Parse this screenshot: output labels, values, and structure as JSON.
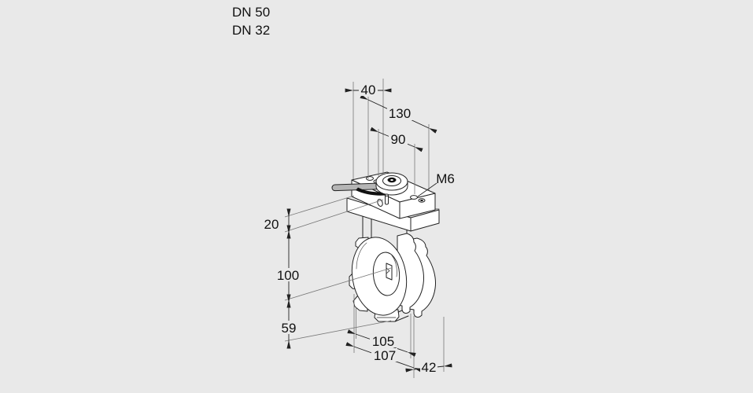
{
  "header": {
    "dn_top": "DN 50",
    "dn_bottom": "DN 32"
  },
  "drawing": {
    "subject": "butterfly-valve-with-actuator-isometric",
    "dims": {
      "d40": "40",
      "d130": "130",
      "d90": "90",
      "m6": "M6",
      "d20": "20",
      "d100": "100",
      "d59": "59",
      "d105": "105",
      "d107": "107",
      "d42": "42"
    },
    "colors": {
      "background": "#e9e9e9",
      "part_line": "#222222",
      "extension_line": "#777777",
      "part_fill": "#ffffff",
      "lever_fill": "#b5b5b5",
      "text": "#111111"
    }
  }
}
